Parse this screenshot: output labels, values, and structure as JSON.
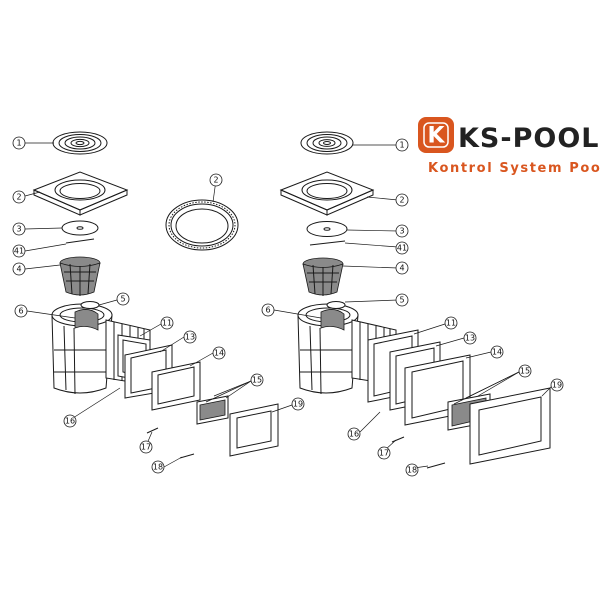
{
  "brand": {
    "logo_letter": "K",
    "name": "KS-POOL",
    "tagline": "Kontrol System Pool",
    "colors": {
      "primary": "#d9561f",
      "dark": "#222222"
    }
  },
  "diagrams": [
    {
      "name": "skimmer-left",
      "callouts": [
        "1",
        "2",
        "3",
        "41",
        "4",
        "5",
        "6",
        "11",
        "13",
        "14",
        "15",
        "16",
        "17",
        "18",
        "19"
      ]
    },
    {
      "name": "extension-ring",
      "callouts": [
        "2"
      ]
    },
    {
      "name": "skimmer-right",
      "callouts": [
        "1",
        "2",
        "3",
        "41",
        "4",
        "5",
        "6",
        "11",
        "13",
        "14",
        "15",
        "16",
        "17",
        "18",
        "19"
      ]
    }
  ]
}
